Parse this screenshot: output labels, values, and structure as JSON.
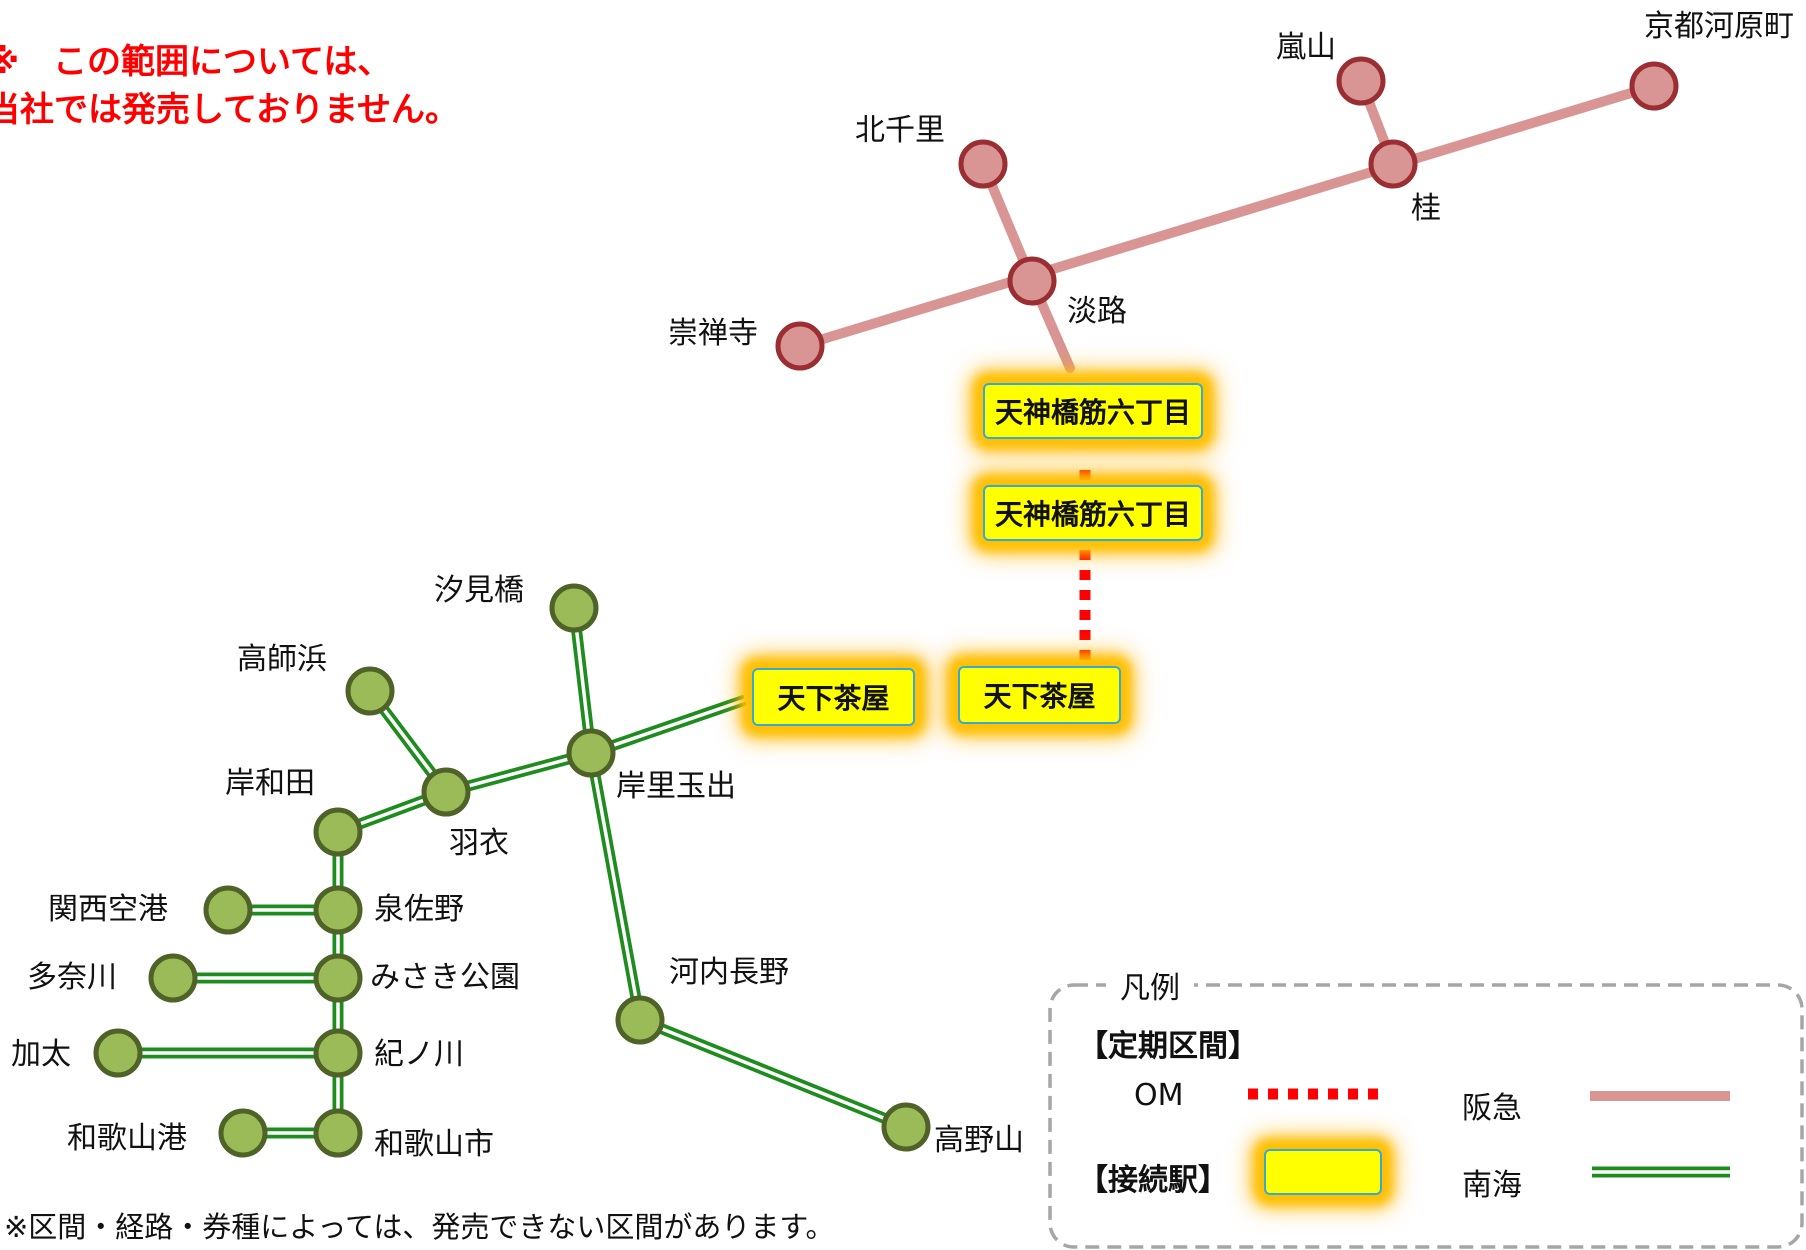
{
  "notice": {
    "line1": "※　この範囲については、",
    "line2": "当社では発売しておりません。"
  },
  "hankyu_stations": {
    "arashiyama": "嵐山",
    "kyoto_kawaramachi": "京都河原町",
    "kita_senri": "北千里",
    "katsura": "桂",
    "awaji": "淡路",
    "soujiji": "崇禅寺"
  },
  "nankai_stations": {
    "shiomibashi": "汐見橋",
    "takashinohama": "高師浜",
    "kishiwada": "岸和田",
    "hagoromo": "羽衣",
    "kishinosato_tamade": "岸里玉出",
    "kansai_airport": "関西空港",
    "izumisano": "泉佐野",
    "tannowa": "多奈川",
    "misaki_koen": "みさき公園",
    "kada": "加太",
    "kinokawa": "紀ノ川",
    "wakayamako": "和歌山港",
    "wakayamashi": "和歌山市",
    "kawachinagano": "河内長野",
    "koyasan": "高野山"
  },
  "connection_stations": {
    "tenroku_upper": "天神橋筋六丁目",
    "tenroku_lower": "天神橋筋六丁目",
    "tengachaya_left": "天下茶屋",
    "tengachaya_right": "天下茶屋"
  },
  "legend": {
    "title": "凡例",
    "section_teiki": "【定期区間】",
    "om_label": "OM",
    "hankyu_label": "阪急",
    "section_connection": "【接続駅】",
    "nankai_label": "南海"
  },
  "footnote": "※区間・経路・券種によっては、発売できない区間があります。",
  "colors": {
    "hankyu_line": "#d99494",
    "hankyu_station_fill": "#d99494",
    "hankyu_station_stroke": "#9a2e33",
    "nankai_line": "#1e8c1e",
    "nankai_station_fill": "#9bbb59",
    "nankai_station_stroke": "#4f6228",
    "om_dotted": "#ff0000",
    "connection_fill": "#ffff00",
    "connection_border": "#33aadd",
    "connection_glow": "#ffc000",
    "notice_text": "#ff0000"
  }
}
